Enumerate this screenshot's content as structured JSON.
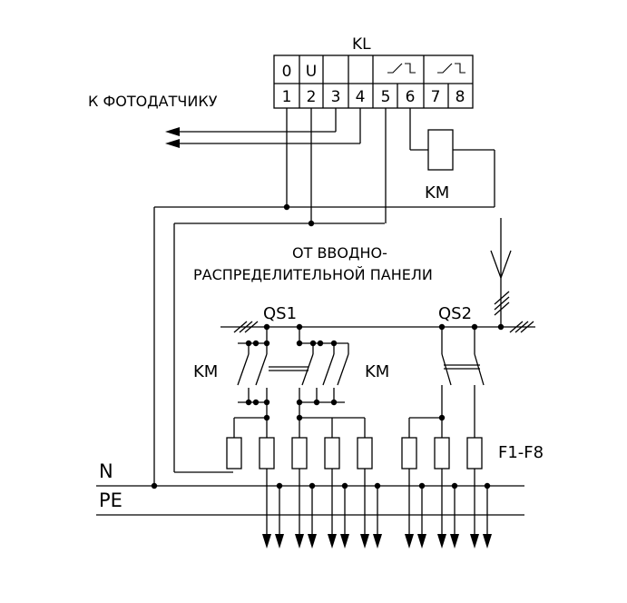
{
  "relay": {
    "name": "KL",
    "top_marks": [
      "0",
      "U"
    ],
    "terminals": [
      "1",
      "2",
      "3",
      "4",
      "5",
      "6",
      "7",
      "8"
    ]
  },
  "labels": {
    "photo_sensor": "К ФОТОДАТЧИКУ",
    "contactor_coil": "KM",
    "supply_line1": "ОТ ВВОДНО-",
    "supply_line2": "РАСПРЕДЕЛИТЕЛЬНОЙ ПАНЕЛИ",
    "switch1": "QS1",
    "switch2": "QS2",
    "contactor_left": "KM",
    "contactor_right": "KM",
    "fuses": "F1-F8",
    "neutral": "N",
    "protective_earth": "PE"
  }
}
